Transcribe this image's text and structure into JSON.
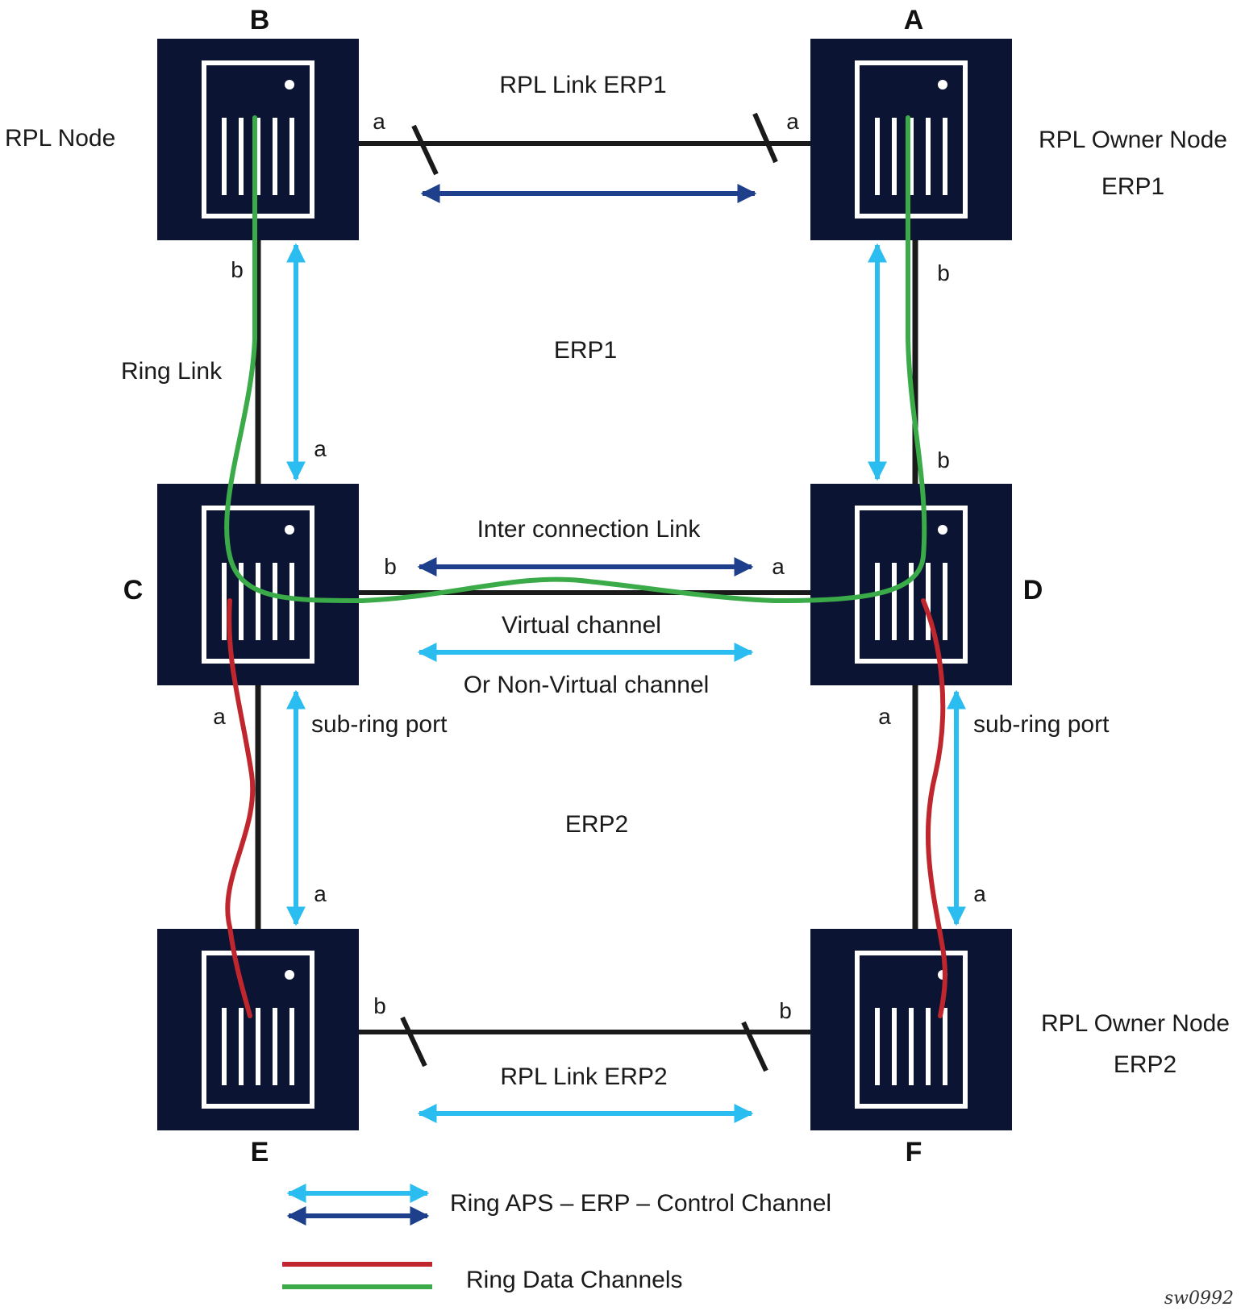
{
  "colors": {
    "node_fill": "#0b1533",
    "link": "#1a1a1a",
    "control_light": "#2bbdf0",
    "control_dark": "#1d3f8c",
    "data_red": "#c0262d",
    "data_green": "#3aab48"
  },
  "nodes": {
    "A": {
      "id": "A"
    },
    "B": {
      "id": "B"
    },
    "C": {
      "id": "C"
    },
    "D": {
      "id": "D"
    },
    "E": {
      "id": "E"
    },
    "F": {
      "id": "F"
    }
  },
  "labels": {
    "rpl_node": "RPL Node",
    "rpl_owner_erp1_line1": "RPL Owner Node",
    "rpl_owner_erp1_line2": "ERP1",
    "rpl_owner_erp2_line1": "RPL Owner Node",
    "rpl_owner_erp2_line2": "ERP2",
    "rpl_link_erp1": "RPL Link ERP1",
    "rpl_link_erp2": "RPL Link ERP2",
    "ring_link": "Ring Link",
    "erp1": "ERP1",
    "erp2": "ERP2",
    "interconnection_link": "Inter connection Link",
    "virtual_channel": "Virtual channel",
    "non_virtual_channel": "Or Non-Virtual channel",
    "sub_ring_port_left": "sub-ring port",
    "sub_ring_port_right": "sub-ring port"
  },
  "ports": {
    "b_top_right": "a",
    "a_top_left": "a",
    "b_bottom": "b",
    "a_bottom": "b",
    "c_top": "a",
    "d_top": "b",
    "c_right": "b",
    "d_left": "a",
    "c_bottom": "a",
    "d_bottom": "a",
    "e_top": "a",
    "f_top": "a",
    "e_right": "b",
    "f_left": "b"
  },
  "legend": {
    "control_channel": "Ring APS  – ERP – Control Channel",
    "data_channels": "Ring Data Channels"
  },
  "reference": "sw0992"
}
